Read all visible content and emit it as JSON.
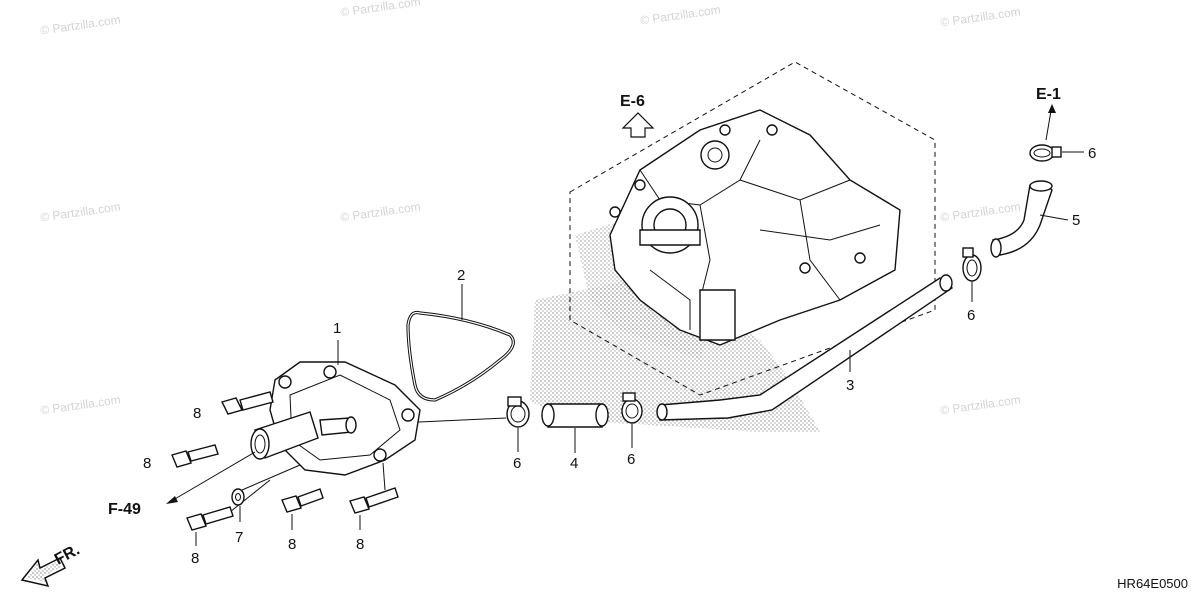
{
  "watermark": "© Partzilla.com",
  "diagram_code": "HR64E0500",
  "refs": {
    "e6": "E-6",
    "e1": "E-1",
    "f49": "F-49",
    "front": "FR."
  },
  "callouts": {
    "c1": "1",
    "c2": "2",
    "c3": "3",
    "c4": "4",
    "c5": "5",
    "c6a": "6",
    "c6b": "6",
    "c6c": "6",
    "c6d": "6",
    "c7": "7",
    "c8a": "8",
    "c8b": "8",
    "c8c": "8",
    "c8d": "8",
    "c8e": "8"
  },
  "colors": {
    "line": "#111111",
    "watermark": "#d4d4d4",
    "background": "#ffffff"
  }
}
